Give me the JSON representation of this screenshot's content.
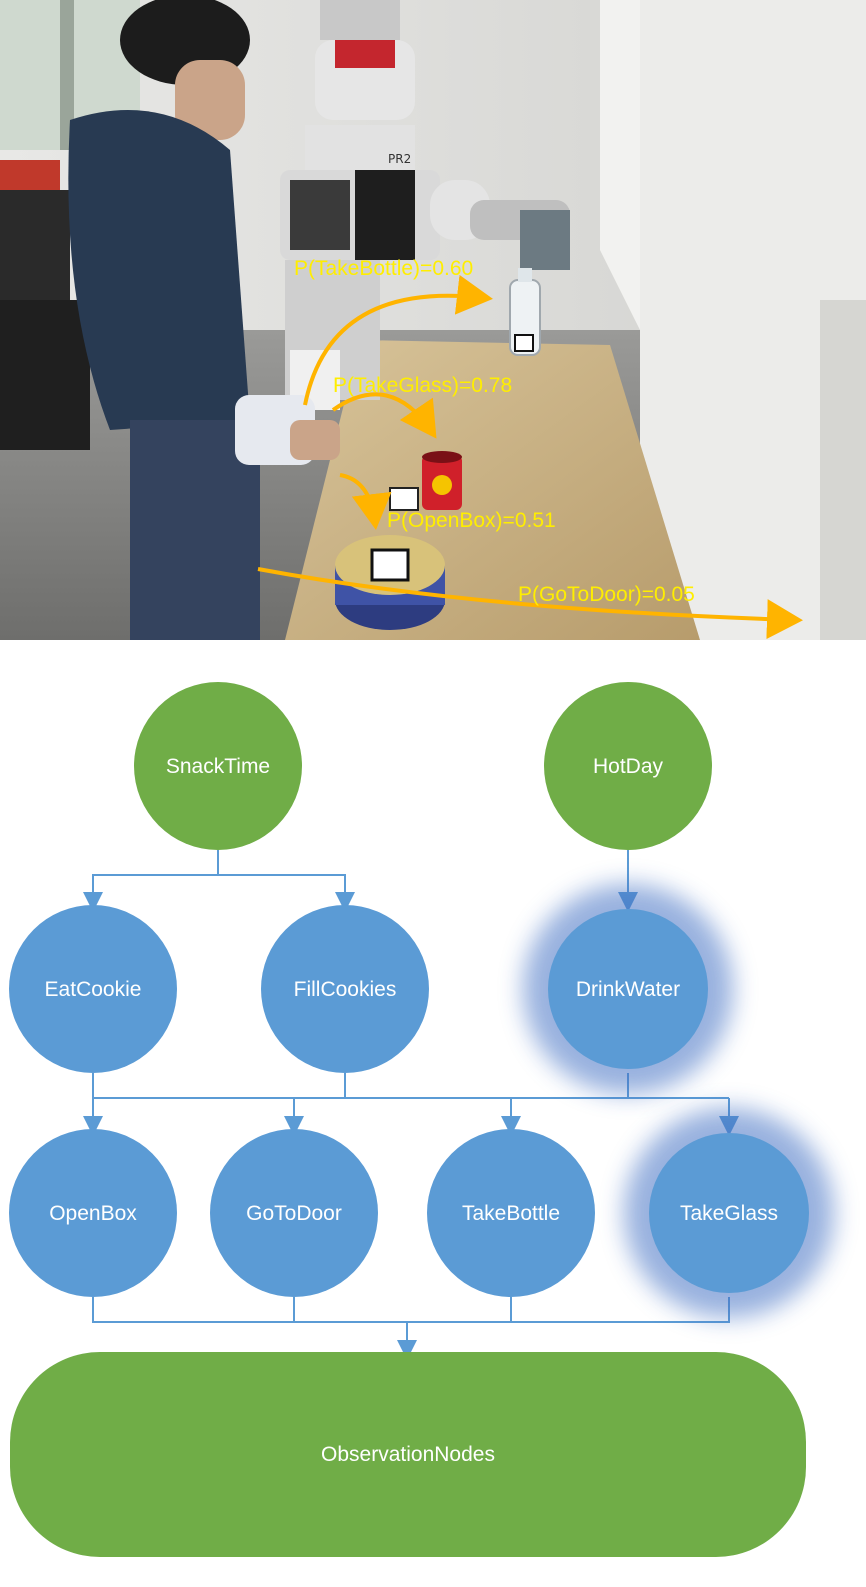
{
  "photo": {
    "robot_tag": "PR2",
    "predictions": [
      {
        "id": "take-bottle",
        "label": "P(TakeBottle)=0.60"
      },
      {
        "id": "take-glass",
        "label": "P(TakeGlass)=0.78"
      },
      {
        "id": "open-box",
        "label": "P(OpenBox)=0.51"
      },
      {
        "id": "go-to-door",
        "label": "P(GoToDoor)=0.05"
      }
    ],
    "arrow_color": "#ffb400",
    "label_color": "#ffee00"
  },
  "diagram": {
    "nodes": {
      "snacktime": "SnackTime",
      "hotday": "HotDay",
      "eatcookie": "EatCookie",
      "fillcookies": "FillCookies",
      "drinkwater": "DrinkWater",
      "openbox": "OpenBox",
      "gotodoor": "GoToDoor",
      "takebottle": "TakeBottle",
      "takeglass": "TakeGlass",
      "observation": "ObservationNodes"
    },
    "highlighted": [
      "DrinkWater",
      "TakeGlass"
    ],
    "colors": {
      "context_node": "#70ad47",
      "activity_node": "#5b9bd5",
      "edge": "#5b9bd5",
      "highlight_glow": "#4472c4"
    }
  }
}
